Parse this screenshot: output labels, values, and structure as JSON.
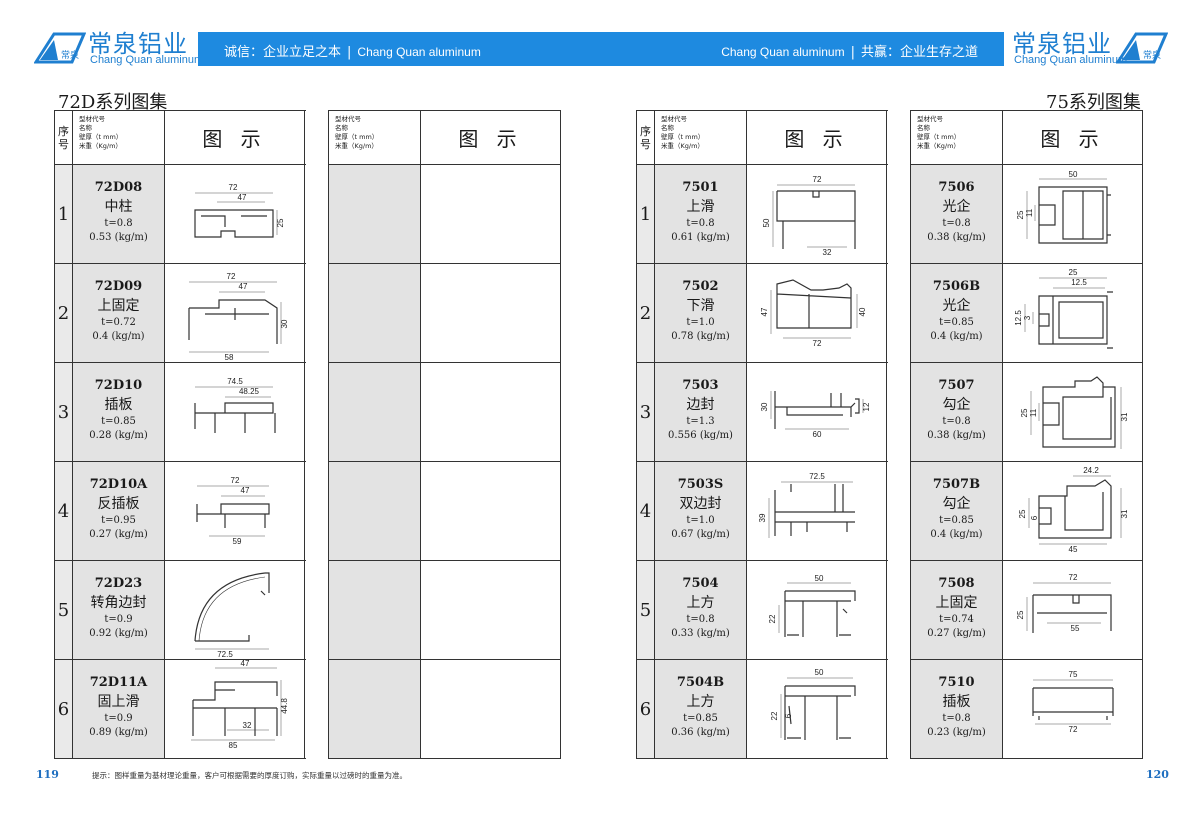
{
  "brand": {
    "name_zh": "常泉铝业",
    "name_en": "Chang Quan aluminum",
    "logo_mark": "常泉"
  },
  "banner": {
    "left_zh": "诚信：企业立足之本",
    "left_en": "Chang Quan aluminum",
    "right_en": "Chang Quan aluminum",
    "right_zh": "共赢：企业生存之道",
    "separator": "|",
    "color": "#1e8ae0"
  },
  "titles": {
    "left": "72D系列图集",
    "right": "75系列图集"
  },
  "table_header": {
    "seq": [
      "序",
      "号"
    ],
    "name_lines": [
      "型材代号",
      "名称",
      "壁厚（t mm）",
      "米重（Kg/m）"
    ],
    "figure": "图 示"
  },
  "seq_numbers": [
    "1",
    "2",
    "3",
    "4",
    "5",
    "6"
  ],
  "series_72d": [
    {
      "code": "72D08",
      "name": "中柱",
      "thickness": "t=0.8",
      "weight": "0.53 (kg/m)",
      "dims": [
        "72",
        "47",
        "25"
      ]
    },
    {
      "code": "72D09",
      "name": "上固定",
      "thickness": "t=0.72",
      "weight": "0.4 (kg/m)",
      "dims": [
        "72",
        "47",
        "30",
        "58"
      ]
    },
    {
      "code": "72D10",
      "name": "插板",
      "thickness": "t=0.85",
      "weight": "0.28 (kg/m)",
      "dims": [
        "74.5",
        "48.25"
      ]
    },
    {
      "code": "72D10A",
      "name": "反插板",
      "thickness": "t=0.95",
      "weight": "0.27 (kg/m)",
      "dims": [
        "72",
        "47",
        "59"
      ]
    },
    {
      "code": "72D23",
      "name": "转角边封",
      "thickness": "t=0.9",
      "weight": "0.92 (kg/m)",
      "dims": [
        "72.5"
      ]
    },
    {
      "code": "72D11A",
      "name": "固上滑",
      "thickness": "t=0.9",
      "weight": "0.89 (kg/m)",
      "dims": [
        "47",
        "44.8",
        "32",
        "85"
      ]
    }
  ],
  "series_75_a": [
    {
      "code": "7501",
      "name": "上滑",
      "thickness": "t=0.8",
      "weight": "0.61 (kg/m)",
      "dims": [
        "72",
        "50",
        "32"
      ]
    },
    {
      "code": "7502",
      "name": "下滑",
      "thickness": "t=1.0",
      "weight": "0.78 (kg/m)",
      "dims": [
        "47",
        "40",
        "72"
      ]
    },
    {
      "code": "7503",
      "name": "边封",
      "thickness": "t=1.3",
      "weight": "0.556 (kg/m)",
      "dims": [
        "30",
        "12",
        "60"
      ]
    },
    {
      "code": "7503S",
      "name": "双边封",
      "thickness": "t=1.0",
      "weight": "0.67 (kg/m)",
      "dims": [
        "72.5",
        "39"
      ]
    },
    {
      "code": "7504",
      "name": "上方",
      "thickness": "t=0.8",
      "weight": "0.33 (kg/m)",
      "dims": [
        "50",
        "22"
      ]
    },
    {
      "code": "7504B",
      "name": "上方",
      "thickness": "t=0.85",
      "weight": "0.36 (kg/m)",
      "dims": [
        "50",
        "22",
        "6"
      ]
    }
  ],
  "series_75_b": [
    {
      "code": "7506",
      "name": "光企",
      "thickness": "t=0.8",
      "weight": "0.38 (kg/m)",
      "dims": [
        "50",
        "25",
        "11"
      ]
    },
    {
      "code": "7506B",
      "name": "光企",
      "thickness": "t=0.85",
      "weight": "0.4 (kg/m)",
      "dims": [
        "25",
        "12.5",
        "12.5",
        "3"
      ]
    },
    {
      "code": "7507",
      "name": "勾企",
      "thickness": "t=0.8",
      "weight": "0.38 (kg/m)",
      "dims": [
        "25",
        "11",
        "31"
      ]
    },
    {
      "code": "7507B",
      "name": "勾企",
      "thickness": "t=0.85",
      "weight": "0.4 (kg/m)",
      "dims": [
        "24.2",
        "25",
        "6",
        "31",
        "45"
      ]
    },
    {
      "code": "7508",
      "name": "上固定",
      "thickness": "t=0.74",
      "weight": "0.27 (kg/m)",
      "dims": [
        "72",
        "25",
        "55"
      ]
    },
    {
      "code": "7510",
      "name": "插板",
      "thickness": "t=0.8",
      "weight": "0.23 (kg/m)",
      "dims": [
        "75",
        "72"
      ]
    }
  ],
  "footer": {
    "page_left": "119",
    "page_right": "120",
    "note": "提示：图样重量为基材理论重量，客户可根据需要的厚度订购，实际重量以过磅时的重量为准。"
  }
}
